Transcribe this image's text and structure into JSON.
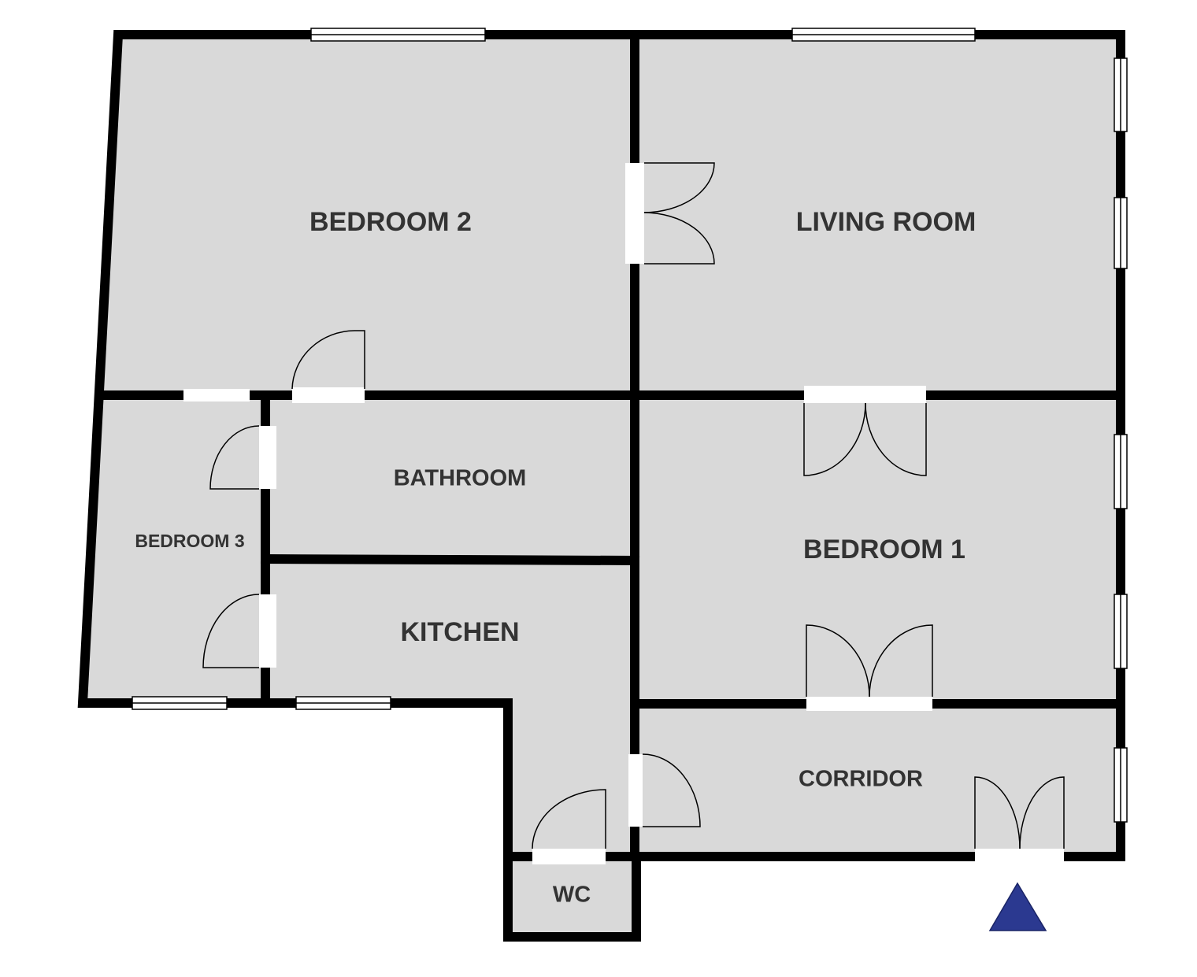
{
  "rooms": {
    "bedroom2": "BEDROOM 2",
    "living_room": "LIVING ROOM",
    "bathroom": "BATHROOM",
    "bedroom3": "BEDROOM 3",
    "bedroom1": "BEDROOM 1",
    "kitchen": "KITCHEN",
    "corridor": "CORRIDOR",
    "wc": "WC"
  },
  "colors": {
    "floor": "#d9d9d9",
    "wall": "#000000",
    "label": "#333333",
    "entrance_marker": "#2b3990"
  },
  "icons": {
    "entrance": "entrance-triangle-icon"
  }
}
